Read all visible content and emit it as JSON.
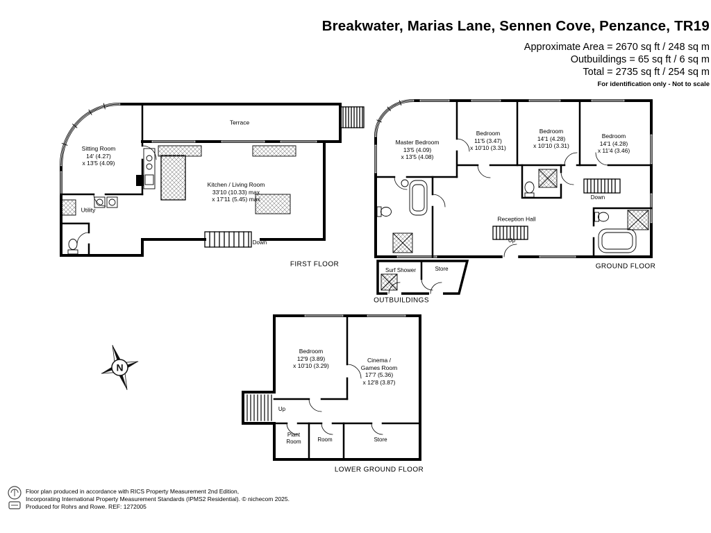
{
  "header": {
    "title": "Breakwater, Marias Lane, Sennen Cove, Penzance, TR19",
    "approx_area": "Approximate Area = 2670 sq ft / 248 sq m",
    "outbuildings_area": "Outbuildings = 65 sq ft / 6 sq m",
    "total_area": "Total = 2735 sq ft / 254 sq m",
    "disclaimer": "For identification only - Not to scale"
  },
  "first_floor": {
    "floor_label": "FIRST FLOOR",
    "terrace": "Terrace",
    "sitting_room": "Sitting Room\n14' (4.27)\nx 13'5 (4.09)",
    "utility": "Utility",
    "kitchen": "Kitchen / Living Room\n33'10 (10.33) max\nx 17'11 (5.45) max",
    "down": "Down"
  },
  "ground_floor": {
    "floor_label": "GROUND FLOOR",
    "master_bedroom": "Master Bedroom\n13'5 (4.09)\nx 13'5 (4.08)",
    "bedroom2": "Bedroom\n11'5 (3.47)\nx 10'10 (3.31)",
    "bedroom3": "Bedroom\n14'1 (4.28)\nx 10'10 (3.31)",
    "bedroom4": "Bedroom\n14'1 (4.28)\nx 11'4 (3.46)",
    "reception_hall": "Reception Hall",
    "up": "Up",
    "down": "Down"
  },
  "outbuildings": {
    "floor_label": "OUTBUILDINGS",
    "surf_shower": "Surf Shower",
    "store": "Store"
  },
  "lower_ground_floor": {
    "floor_label": "LOWER GROUND FLOOR",
    "bedroom": "Bedroom\n12'9 (3.89)\nx 10'10 (3.29)",
    "cinema": "Cinema /\nGames Room\n17'7 (5.36)\nx 12'8 (3.87)",
    "up": "Up",
    "plant_room": "Plant\nRoom",
    "room": "Room",
    "store": "Store"
  },
  "compass": {
    "north_label": "N"
  },
  "footer": {
    "line1": "Floor plan produced in accordance with RICS Property Measurement 2nd Edition,",
    "line2": "Incorporating International Property Measurement Standards (IPMS2 Residential).  © nichecom 2025.",
    "line3": "Produced for Rohrs and Rowe.   REF:   1272005"
  }
}
